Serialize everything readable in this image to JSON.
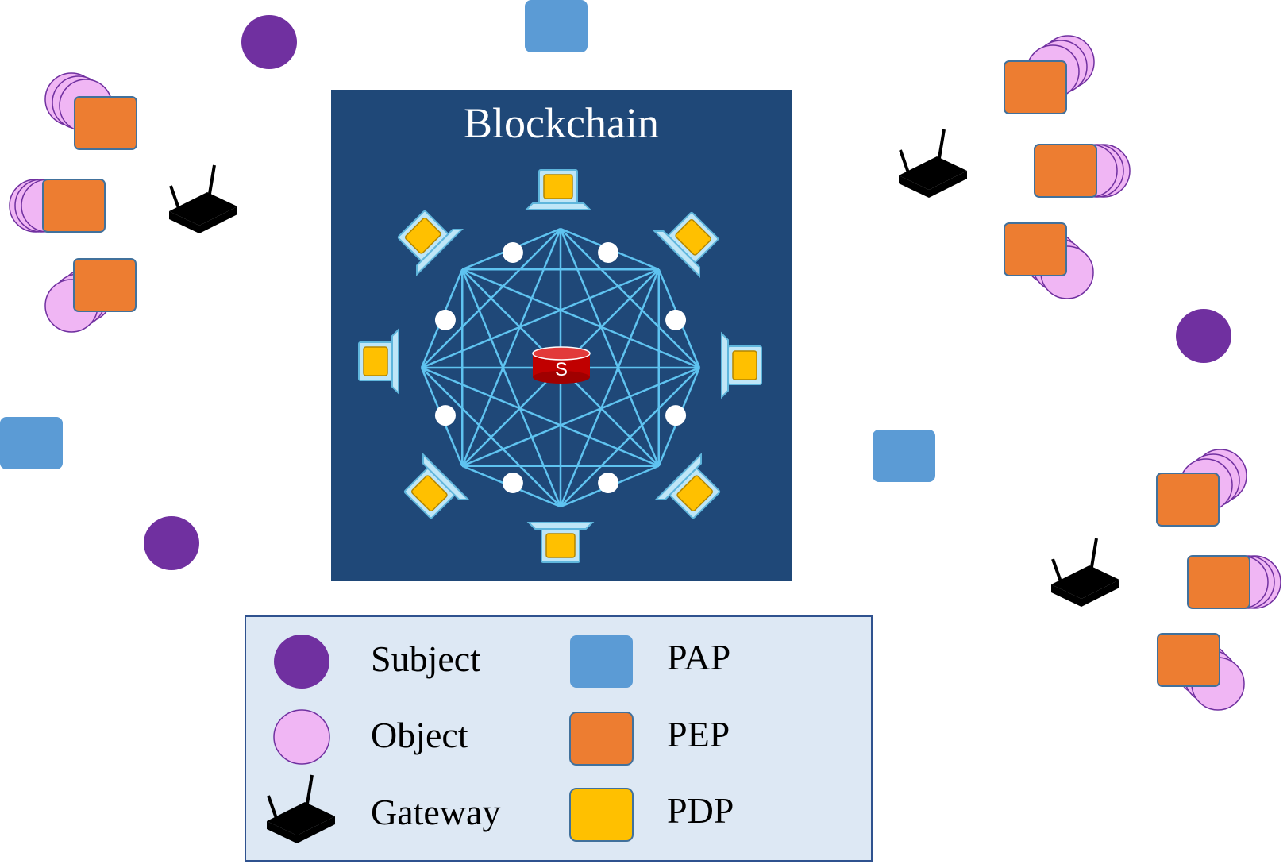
{
  "blockchain": {
    "title": "Blockchain",
    "center_label": "S"
  },
  "legend": {
    "items": [
      {
        "label": "Subject",
        "color": "#7030a0",
        "shape": "circle"
      },
      {
        "label": "Object",
        "color": "#f0b6f4",
        "shape": "circle"
      },
      {
        "label": "Gateway",
        "color": "#000000",
        "shape": "router-icon"
      },
      {
        "label": "PAP",
        "color": "#5b9bd5",
        "shape": "rounded-square"
      },
      {
        "label": "PEP",
        "color": "#ed7d31",
        "shape": "rounded-square"
      },
      {
        "label": "PDP",
        "color": "#ffc000",
        "shape": "rounded-square"
      }
    ]
  },
  "colors": {
    "blockchain_bg": "#1f4878",
    "network_line": "#5fc3f0",
    "laptop_frame": "#bfe6f7",
    "legend_bg": "#dde8f4",
    "legend_border": "#2f528f",
    "db_red": "#c00000"
  }
}
